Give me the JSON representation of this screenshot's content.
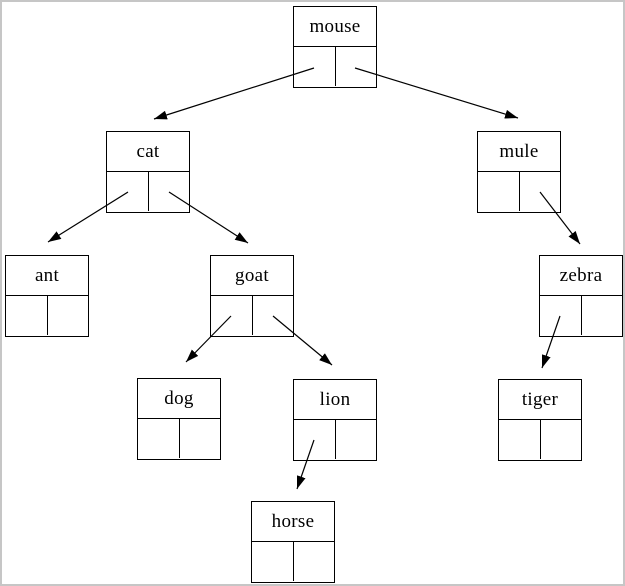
{
  "diagram": {
    "kind": "binary-tree-linked-nodes",
    "colors": {
      "background": "#ffffff",
      "frame": "#c6c6c6",
      "node_border": "#000000",
      "text": "#000000",
      "arrow": "#000000"
    },
    "nodes": [
      {
        "id": "mouse",
        "label": "mouse"
      },
      {
        "id": "cat",
        "label": "cat"
      },
      {
        "id": "mule",
        "label": "mule"
      },
      {
        "id": "ant",
        "label": "ant"
      },
      {
        "id": "goat",
        "label": "goat"
      },
      {
        "id": "zebra",
        "label": "zebra"
      },
      {
        "id": "dog",
        "label": "dog"
      },
      {
        "id": "lion",
        "label": "lion"
      },
      {
        "id": "tiger",
        "label": "tiger"
      },
      {
        "id": "horse",
        "label": "horse"
      }
    ],
    "edges": [
      {
        "from": "mouse",
        "pointer": "left",
        "to": "cat"
      },
      {
        "from": "mouse",
        "pointer": "right",
        "to": "mule"
      },
      {
        "from": "cat",
        "pointer": "left",
        "to": "ant"
      },
      {
        "from": "cat",
        "pointer": "right",
        "to": "goat"
      },
      {
        "from": "mule",
        "pointer": "right",
        "to": "zebra"
      },
      {
        "from": "goat",
        "pointer": "left",
        "to": "dog"
      },
      {
        "from": "goat",
        "pointer": "right",
        "to": "lion"
      },
      {
        "from": "zebra",
        "pointer": "left",
        "to": "tiger"
      },
      {
        "from": "lion",
        "pointer": "left",
        "to": "horse"
      }
    ]
  }
}
